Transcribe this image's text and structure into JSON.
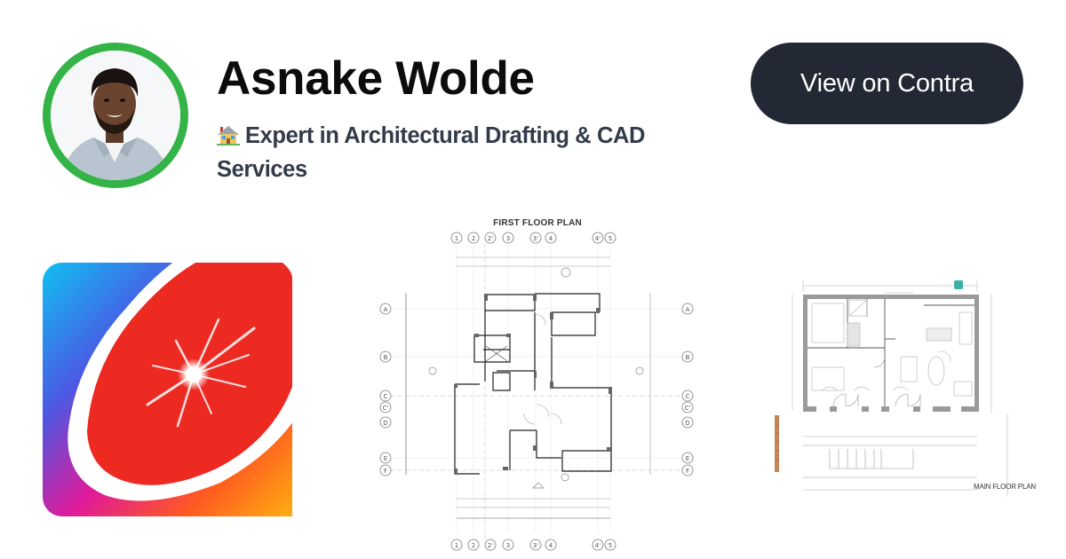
{
  "profile": {
    "name": "Asnake Wolde",
    "headline_icon": "house-emoji",
    "headline": "Expert in Architectural Drafting & CAD Services",
    "avatar_ring_color": "#34b446"
  },
  "cta": {
    "label": "View on Contra",
    "background": "#222834",
    "text_color": "#ffffff"
  },
  "portfolio": {
    "items": [
      {
        "type": "logo-artwork",
        "description": "gradient tile with red grapefruit-like shape and white starburst"
      },
      {
        "type": "floor-plan",
        "title": "FIRST FLOOR PLAN",
        "column_grid": [
          "1",
          "2",
          "2'",
          "3",
          "3'",
          "4",
          "4'",
          "5"
        ],
        "row_grid": [
          "A",
          "B",
          "C",
          "C'",
          "D",
          "E",
          "F"
        ]
      },
      {
        "type": "floor-plan",
        "title": "MAIN FLOOR PLAN"
      }
    ]
  },
  "colors": {
    "name_text": "#0c0c0c",
    "headline_text": "#333b4a",
    "logo_red": "#ec2a22",
    "gradient": [
      "#12b8f0",
      "#5a4be0",
      "#e81a8c",
      "#ff6a1a",
      "#ffab10"
    ]
  }
}
